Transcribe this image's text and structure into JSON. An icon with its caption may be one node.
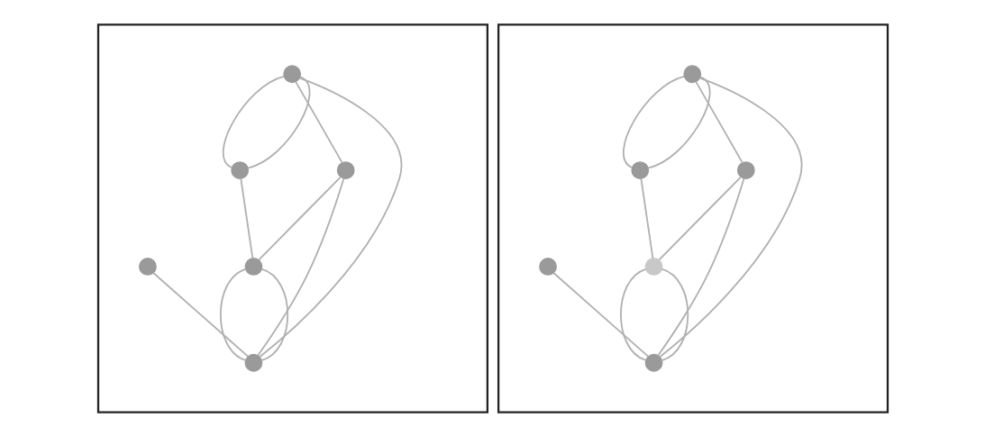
{
  "diagram": {
    "nodes": [
      {
        "text": [],
        "shape": "box"
      },
      {
        "text": [],
        "shape": "circle",
        "in": 0
      },
      {
        "text": [],
        "shape": "circle",
        "in": 0
      },
      {
        "text": [],
        "shape": "circle",
        "in": 0
      },
      {
        "text": [],
        "shape": "circle",
        "in": 0
      },
      {
        "text": [],
        "shape": "circle",
        "in": 0
      },
      {
        "text": [],
        "shape": "circle",
        "in": 0
      },
      {
        "text": [],
        "shape": "box"
      },
      {
        "text": [],
        "shape": "circle",
        "in": 7
      },
      {
        "text": [],
        "shape": "circle",
        "in": 7
      },
      {
        "text": [],
        "shape": "circle",
        "in": 7
      },
      {
        "text": [],
        "shape": "circle",
        "in": 7
      },
      {
        "text": [],
        "shape": "circle",
        "in": 7
      },
      {
        "text": [],
        "shape": "circle",
        "in": 7
      }
    ],
    "edges": [
      {
        "from": 1,
        "to": 3,
        "arrow": "none"
      },
      {
        "from": 1,
        "to": 2,
        "arrow": "none"
      },
      {
        "from": 1,
        "to": 2,
        "arrow": "none"
      },
      {
        "from": 1,
        "to": 6,
        "arrow": "none"
      },
      {
        "from": 2,
        "to": 4,
        "arrow": "none"
      },
      {
        "from": 3,
        "to": 4,
        "arrow": "none"
      },
      {
        "from": 3,
        "to": 6,
        "arrow": "none"
      },
      {
        "from": 4,
        "to": 6,
        "arrow": "none"
      },
      {
        "from": 4,
        "to": 6,
        "arrow": "none"
      },
      {
        "from": 5,
        "to": 6,
        "arrow": "none"
      },
      {
        "from": 8,
        "to": 10,
        "arrow": "none"
      },
      {
        "from": 8,
        "to": 9,
        "arrow": "none"
      },
      {
        "from": 8,
        "to": 9,
        "arrow": "none"
      },
      {
        "from": 8,
        "to": 13,
        "arrow": "none"
      },
      {
        "from": 9,
        "to": 11,
        "arrow": "none"
      },
      {
        "from": 10,
        "to": 11,
        "arrow": "none"
      },
      {
        "from": 10,
        "to": 13,
        "arrow": "none"
      },
      {
        "from": 11,
        "to": 13,
        "arrow": "none"
      },
      {
        "from": 11,
        "to": 13,
        "arrow": "none"
      },
      {
        "from": 12,
        "to": 13,
        "arrow": "none"
      }
    ]
  }
}
